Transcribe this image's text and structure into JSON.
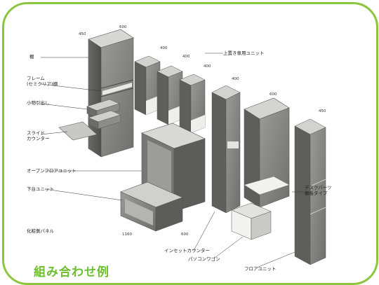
{
  "labels": {
    "side_panel": "棚",
    "frame_top": "フレーム",
    "frame_bottom": "(セミクリア)棚",
    "drawer": "小物引出し",
    "slide_top": "スライド",
    "slide_bottom": "カウンター",
    "open_floor": "オープンフロアユニット",
    "lower_unit": "下台ユニット",
    "decor_panel": "化粧側パネル",
    "upper_unit": "上置き専用ユニット",
    "desk_top": "デスクパーツ",
    "desk_bottom": "棚板タイプ",
    "inset_counter": "インセットカウンター",
    "wagon": "パソコンワゴン",
    "floor_unit": "フロアユニット"
  },
  "dimensions": {
    "d1": "450",
    "d2": "600",
    "d3": "400",
    "d4": "400",
    "d5": "400",
    "d6": "400",
    "d7": "600",
    "d8": "450",
    "d9": "1160",
    "d10": "600"
  },
  "caption": "組み合わせ例",
  "colors": {
    "border": "#8cc63f",
    "caption": "#6cbf2d",
    "wood_front": "#8a8a86",
    "wood_top": "#cfcfcb",
    "wood_side": "#5e5e5b"
  }
}
